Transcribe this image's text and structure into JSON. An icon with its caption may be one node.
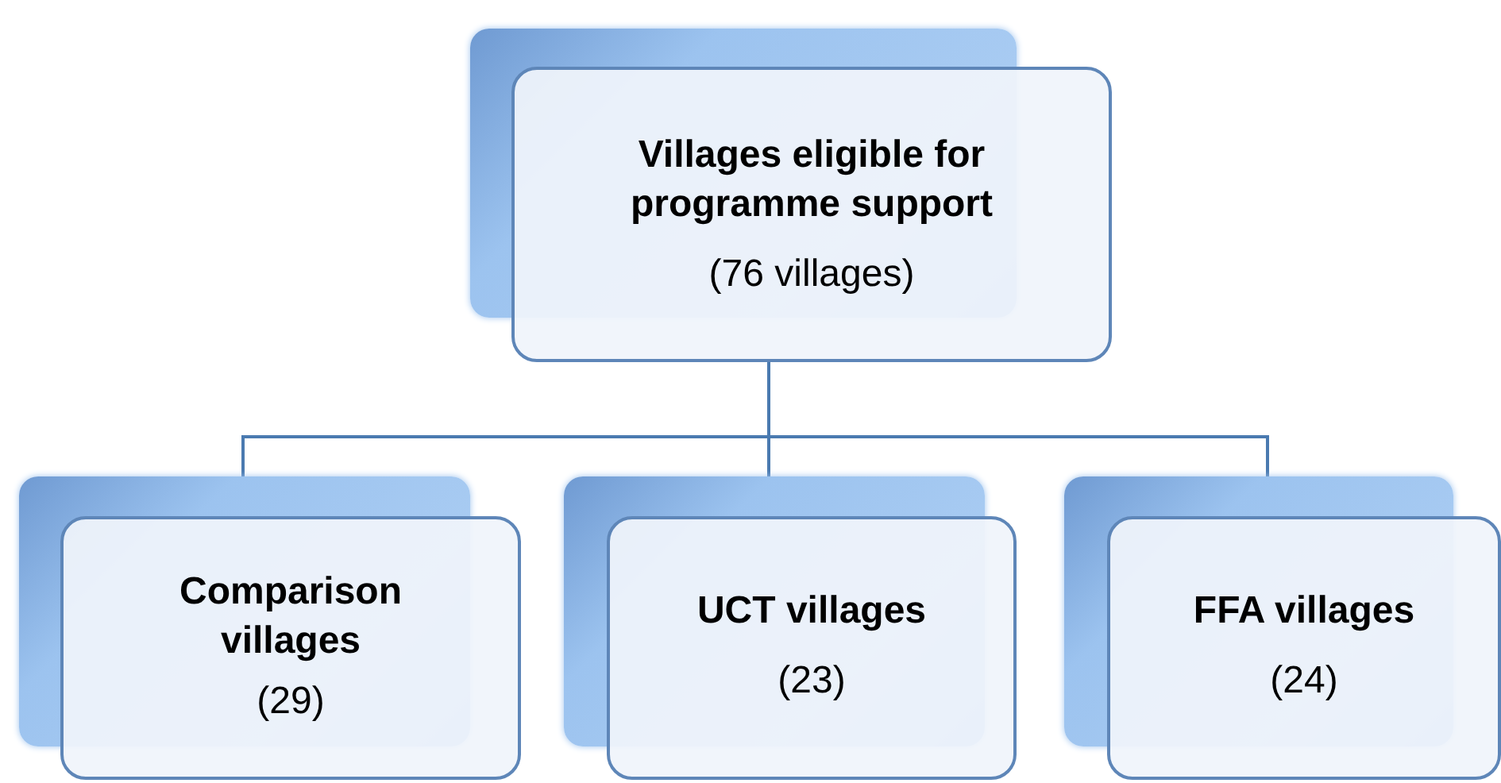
{
  "diagram": {
    "nodes": [
      {
        "text": [
          "Villages eligible for programme support",
          "(76 villages)"
        ]
      },
      {
        "text": [
          "Comparison villages",
          "(29)"
        ]
      },
      {
        "text": [
          "UCT villages",
          "(23)"
        ]
      },
      {
        "text": [
          "FFA villages",
          "(24)"
        ]
      }
    ],
    "edges": [
      {
        "from": 0,
        "to": 1,
        "arrow": "none"
      },
      {
        "from": 0,
        "to": 2,
        "arrow": "none"
      },
      {
        "from": 0,
        "to": 3,
        "arrow": "none"
      }
    ]
  }
}
